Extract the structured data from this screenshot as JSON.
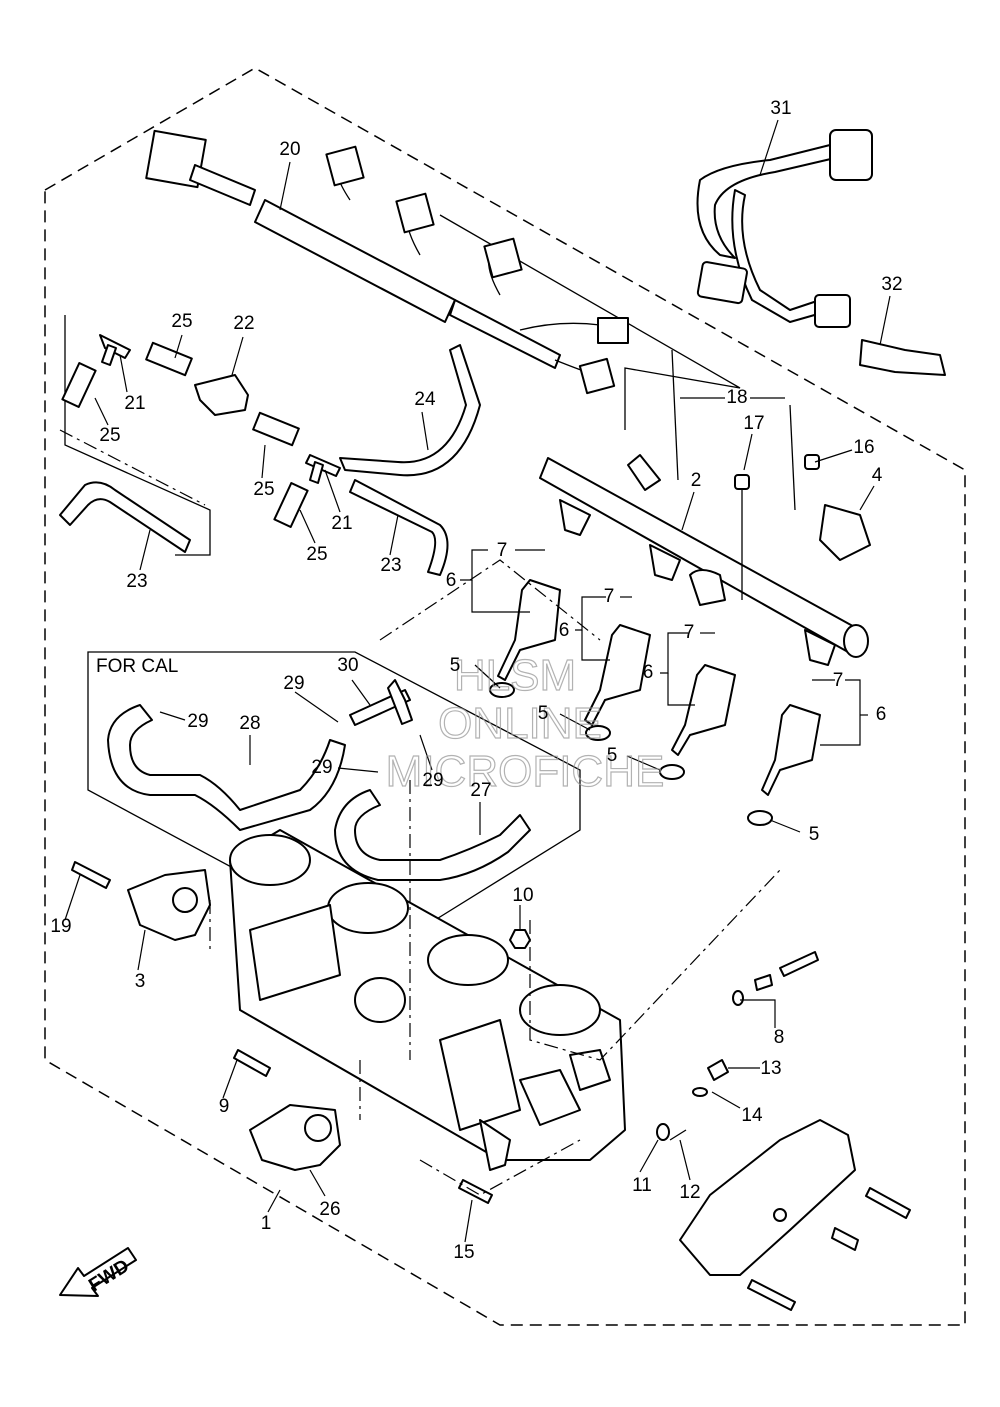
{
  "labels": {
    "for_cal": "FOR CAL",
    "fwd": "FWD"
  },
  "watermark": {
    "line1": "HLSM",
    "line2": "ONLINE",
    "line3": "MICROFICHE"
  },
  "callouts": {
    "c1": "1",
    "c2": "2",
    "c3": "3",
    "c4": "4",
    "c5a": "5",
    "c5b": "5",
    "c5c": "5",
    "c5d": "5",
    "c6a": "6",
    "c6b": "6",
    "c6c": "6",
    "c6d": "6",
    "c7a": "7",
    "c7b": "7",
    "c7c": "7",
    "c7d": "7",
    "c8": "8",
    "c9": "9",
    "c10": "10",
    "c11": "11",
    "c12": "12",
    "c13": "13",
    "c14": "14",
    "c15": "15",
    "c16": "16",
    "c17": "17",
    "c18": "18",
    "c19": "19",
    "c20": "20",
    "c21a": "21",
    "c21b": "21",
    "c22": "22",
    "c23a": "23",
    "c23b": "23",
    "c24": "24",
    "c25a": "25",
    "c25b": "25",
    "c25c": "25",
    "c25d": "25",
    "c26": "26",
    "c27": "27",
    "c28": "28",
    "c29a": "29",
    "c29b": "29",
    "c29c": "29",
    "c29d": "29",
    "c30": "30",
    "c31": "31",
    "c32": "32"
  }
}
